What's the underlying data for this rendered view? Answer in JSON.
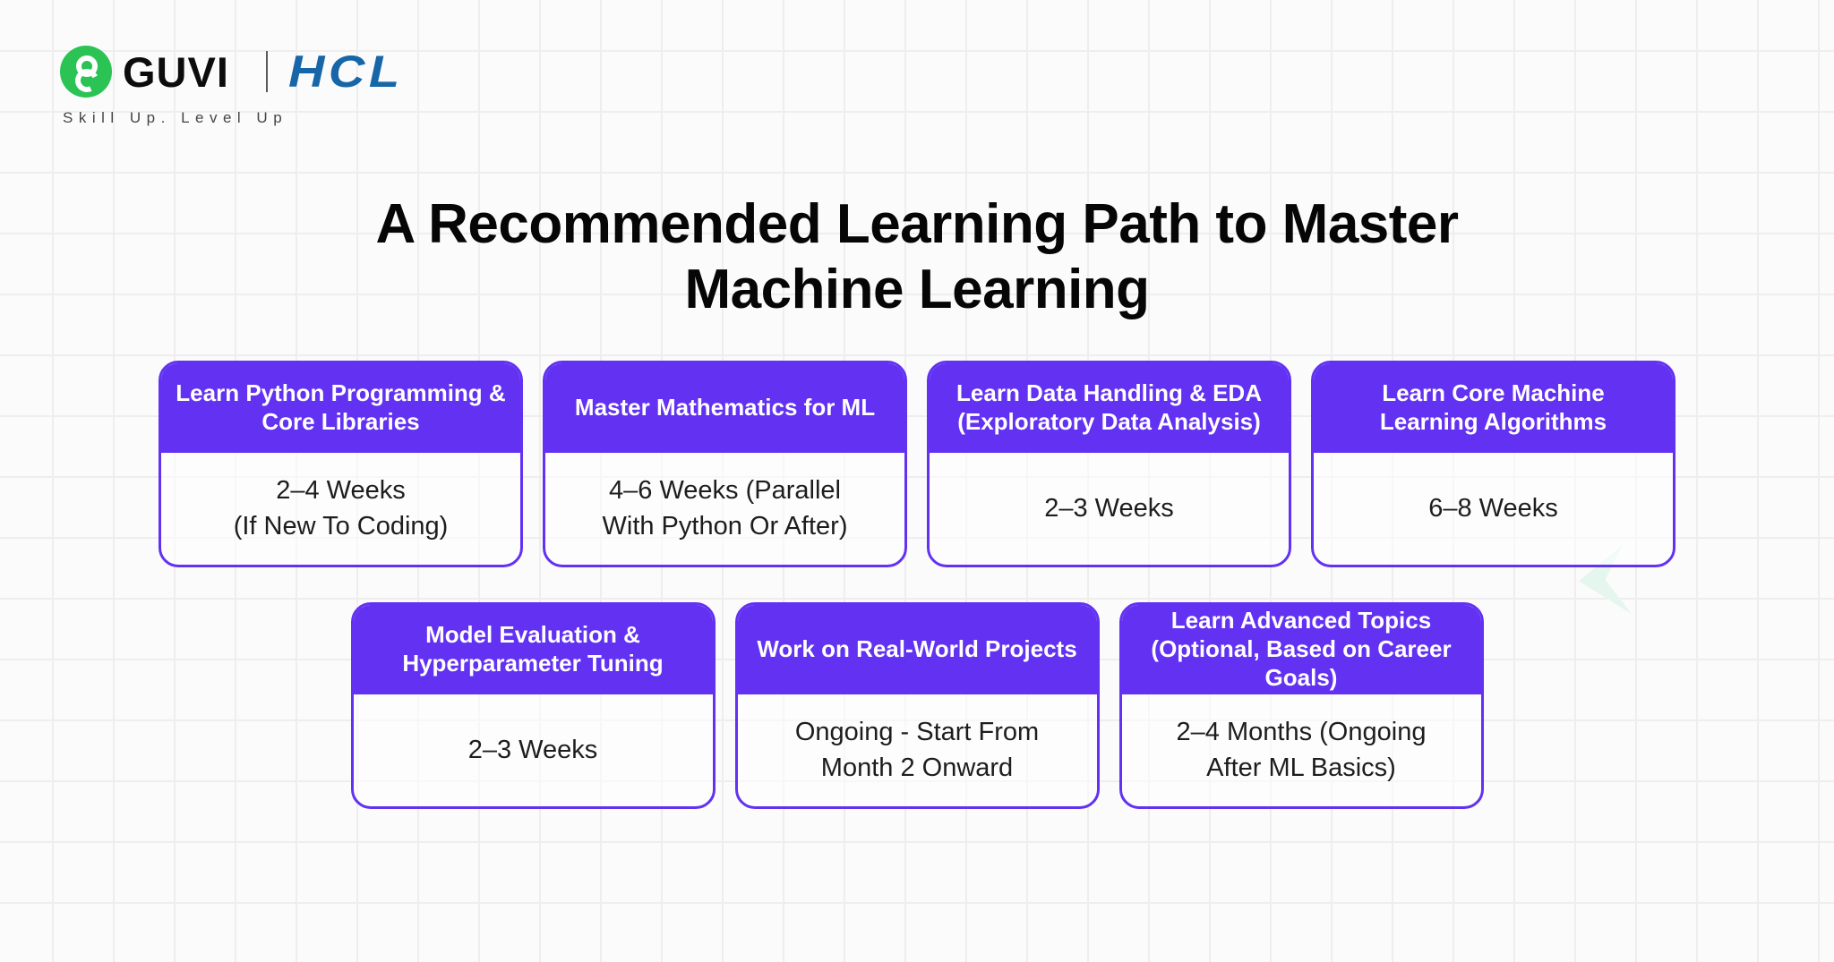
{
  "brand": {
    "guvi_name": "GUVI",
    "partner_name": "HCL",
    "tagline": "Skill Up. Level Up",
    "guvi_green": "#2cc355",
    "hcl_blue": "#1766a8"
  },
  "title": "A Recommended Learning Path to Master\nMachine Learning",
  "colors": {
    "accent_purple": "#6231f2",
    "card_body_background": "#ffffff",
    "background": "#fcfbfb",
    "grid_line": "#efedee",
    "arrow_mint": "#e4f6ee"
  },
  "icons": {
    "guvi_mark": "guvi-g-logo",
    "arrow_decoration": "mint-left-arrow"
  },
  "cards": [
    {
      "title": "Learn Python Programming &\nCore Libraries",
      "duration": "2–4 Weeks\n(If New To Coding)"
    },
    {
      "title": "Master Mathematics for ML",
      "duration": "4–6 Weeks (Parallel\nWith Python Or After)"
    },
    {
      "title": "Learn Data Handling & EDA\n(Exploratory Data Analysis)",
      "duration": "2–3 Weeks"
    },
    {
      "title": "Learn Core Machine\nLearning Algorithms",
      "duration": "6–8 Weeks"
    },
    {
      "title": "Model Evaluation &\nHyperparameter Tuning",
      "duration": "2–3 Weeks"
    },
    {
      "title": "Work on Real-World Projects",
      "duration": "Ongoing - Start From\nMonth 2 Onward"
    },
    {
      "title": "Learn Advanced Topics\n(Optional, Based on Career\nGoals)",
      "duration": "2–4 Months (Ongoing\nAfter ML Basics)"
    }
  ]
}
